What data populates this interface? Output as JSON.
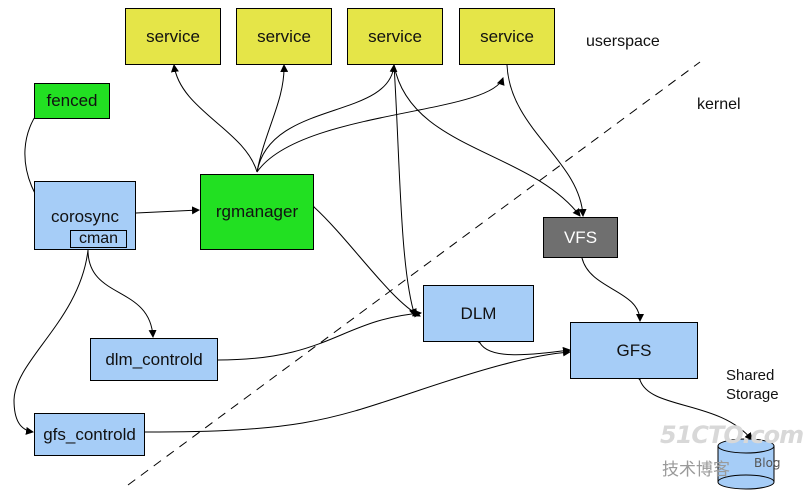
{
  "services": [
    "service",
    "service",
    "service",
    "service"
  ],
  "zones": {
    "userspace": "userspace",
    "kernel": "kernel"
  },
  "components": {
    "fenced": "fenced",
    "corosync": "corosync",
    "cman": "cman",
    "rgmanager": "rgmanager",
    "vfs": "VFS",
    "dlm": "DLM",
    "dlm_controld": "dlm_controld",
    "gfs": "GFS",
    "gfs_controld": "gfs_controld",
    "shared_storage": "Shared Storage"
  },
  "watermark": {
    "site": "51CTO.com",
    "cn": "技术博客",
    "blog": "Blog"
  },
  "colors": {
    "service": "#e5e548",
    "active": "#22e022",
    "kernel_module": "#a6cdf7",
    "vfs": "#6f6f6f"
  }
}
